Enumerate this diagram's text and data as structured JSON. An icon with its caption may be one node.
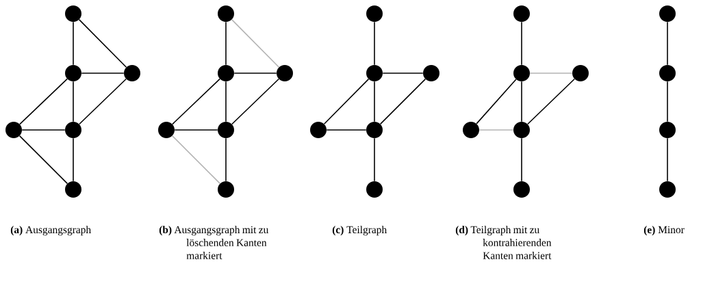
{
  "diagram": {
    "nodes": [
      {
        "text": [],
        "shape": "circle"
      },
      {
        "text": [],
        "shape": "circle"
      },
      {
        "text": [],
        "shape": "circle"
      },
      {
        "text": [],
        "shape": "circle"
      },
      {
        "text": [],
        "shape": "circle"
      },
      {
        "text": [],
        "shape": "circle"
      },
      {
        "text": [],
        "shape": "circle"
      },
      {
        "text": [],
        "shape": "circle"
      },
      {
        "text": [],
        "shape": "circle"
      },
      {
        "text": [],
        "shape": "circle"
      },
      {
        "text": [],
        "shape": "circle"
      },
      {
        "text": [],
        "shape": "circle"
      },
      {
        "text": [],
        "shape": "circle"
      },
      {
        "text": [],
        "shape": "circle"
      },
      {
        "text": [],
        "shape": "circle"
      },
      {
        "text": [],
        "shape": "circle"
      },
      {
        "text": [],
        "shape": "circle"
      },
      {
        "text": [],
        "shape": "circle"
      },
      {
        "text": [],
        "shape": "circle"
      },
      {
        "text": [],
        "shape": "circle"
      },
      {
        "text": [],
        "shape": "circle"
      },
      {
        "text": [],
        "shape": "circle"
      },
      {
        "text": [],
        "shape": "circle"
      },
      {
        "text": [],
        "shape": "circle"
      },
      {
        "text": [],
        "shape": "circle"
      },
      {
        "text": [],
        "shape": "circle"
      },
      {
        "text": [],
        "shape": "circle"
      },
      {
        "text": [],
        "shape": "circle"
      }
    ],
    "edges": [
      {
        "from": 0,
        "to": 1,
        "arrow": "none"
      },
      {
        "from": 0,
        "to": 2,
        "arrow": "none"
      },
      {
        "from": 1,
        "to": 2,
        "arrow": "none"
      },
      {
        "from": 1,
        "to": 3,
        "arrow": "none"
      },
      {
        "from": 1,
        "to": 4,
        "arrow": "none"
      },
      {
        "from": 2,
        "to": 4,
        "arrow": "none"
      },
      {
        "from": 3,
        "to": 4,
        "arrow": "none"
      },
      {
        "from": 3,
        "to": 5,
        "arrow": "none"
      },
      {
        "from": 4,
        "to": 5,
        "arrow": "none"
      },
      {
        "from": 6,
        "to": 7,
        "arrow": "none"
      },
      {
        "from": 6,
        "to": 8,
        "arrow": "none",
        "color": "#b3b3b3"
      },
      {
        "from": 7,
        "to": 8,
        "arrow": "none"
      },
      {
        "from": 7,
        "to": 9,
        "arrow": "none"
      },
      {
        "from": 7,
        "to": 10,
        "arrow": "none"
      },
      {
        "from": 8,
        "to": 10,
        "arrow": "none"
      },
      {
        "from": 9,
        "to": 10,
        "arrow": "none"
      },
      {
        "from": 9,
        "to": 11,
        "arrow": "none",
        "color": "#b3b3b3"
      },
      {
        "from": 10,
        "to": 11,
        "arrow": "none"
      },
      {
        "from": 12,
        "to": 13,
        "arrow": "none"
      },
      {
        "from": 13,
        "to": 14,
        "arrow": "none"
      },
      {
        "from": 13,
        "to": 15,
        "arrow": "none"
      },
      {
        "from": 13,
        "to": 16,
        "arrow": "none"
      },
      {
        "from": 14,
        "to": 16,
        "arrow": "none"
      },
      {
        "from": 15,
        "to": 16,
        "arrow": "none"
      },
      {
        "from": 16,
        "to": 17,
        "arrow": "none"
      },
      {
        "from": 18,
        "to": 19,
        "arrow": "none"
      },
      {
        "from": 19,
        "to": 20,
        "arrow": "none",
        "color": "#b3b3b3"
      },
      {
        "from": 19,
        "to": 21,
        "arrow": "none"
      },
      {
        "from": 19,
        "to": 22,
        "arrow": "none"
      },
      {
        "from": 20,
        "to": 22,
        "arrow": "none"
      },
      {
        "from": 21,
        "to": 22,
        "arrow": "none",
        "color": "#b3b3b3"
      },
      {
        "from": 22,
        "to": 23,
        "arrow": "none"
      },
      {
        "from": 24,
        "to": 25,
        "arrow": "none"
      },
      {
        "from": 25,
        "to": 26,
        "arrow": "none"
      },
      {
        "from": 26,
        "to": 27,
        "arrow": "none"
      }
    ],
    "labels": [
      "**(a)** Ausgangsgraph",
      "**(b)** Ausgangsgraph mit zu löschenden Kanten markiert",
      "**(c)** Teilgraph",
      "**(d)** Teilgraph mit zu kontrahierenden Kanten markiert",
      "**(e)** Minor"
    ]
  }
}
